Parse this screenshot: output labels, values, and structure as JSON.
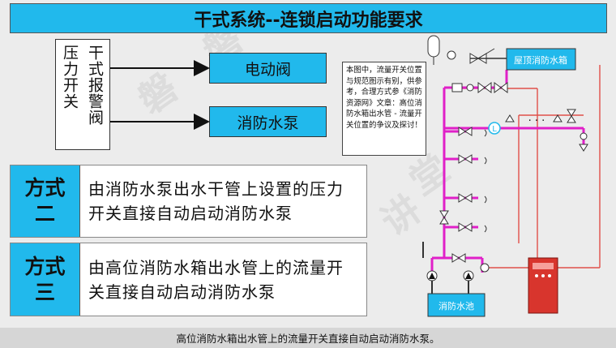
{
  "title": "干式系统--连锁启动功能要求",
  "switch_box": {
    "col1": "干式报警阀",
    "col2": "压力开关"
  },
  "actions": [
    "电动阀",
    "消防水泵"
  ],
  "modes": [
    {
      "tag_line1": "方式",
      "tag_line2": "二",
      "text": "由消防水泵出水干管上设置的压力开关直接自动启动消防水泵"
    },
    {
      "tag_line1": "方式",
      "tag_line2": "三",
      "text": "由高位消防水箱出水管上的流量开关直接自动启动消防水泵"
    }
  ],
  "note": "本图中，流量开关位置与规范图示有别，供参考，合理方式参《消防资源网》文章：高位消防水箱出水管 - 流量开关位置的争议及探讨！",
  "diagram": {
    "roof_tank_label": "屋顶消防水箱",
    "pool_label": "消防水池",
    "ellipsis": "· · ·",
    "flow_switch_symbol": "L"
  },
  "caption": "高位消防水箱出水管上的流量开关直接自动启动消防水泵。",
  "colors": {
    "accent": "#21b9ec",
    "pipe": "#e020c8",
    "signal": "#e0504a",
    "panel": "#d8352d"
  }
}
